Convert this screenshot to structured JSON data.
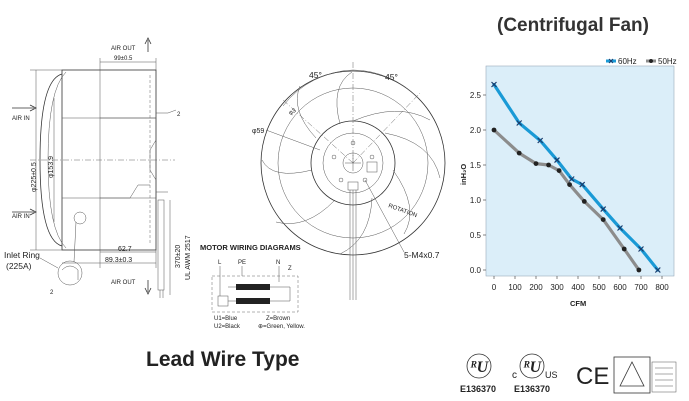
{
  "titles": {
    "centrifugal": "(Centrifugal Fan)",
    "lead_wire": "Lead Wire Type"
  },
  "side_view": {
    "air_out_top": "AIR OUT",
    "air_out_bottom": "AIR OUT",
    "air_in_top": "AIR IN",
    "air_in_bottom": "AIR IN",
    "dim_width": "99±0.5",
    "dim_outer_dia": "φ225±0.5",
    "dim_inner_dia": "φ153.9",
    "dim_62": "62.7",
    "dim_89": "89.3±0.3",
    "dim_2_top": "2",
    "dim_2_bottom": "2",
    "inlet_ring_line1": "Inlet Ring",
    "inlet_ring_line2": "(225A)",
    "lead_len": "370±20",
    "wire_spec": "UL AWM 2517"
  },
  "front_view": {
    "angle_left": "45°",
    "angle_right": "45°",
    "dia_59": "φ59",
    "dia_small": "φ3",
    "mount": "5-M4x0.7",
    "rotation": "ROTATION"
  },
  "wiring": {
    "title": "MOTOR WIRING DIAGRAMS",
    "L": "L",
    "PE": "PE",
    "N": "N",
    "Z": "Z",
    "legend_u1": "U1=Blue",
    "legend_u2": "U2=Black",
    "legend_z": "Z=Brown",
    "legend_ge": "⊕=Green, Yellow."
  },
  "certs": {
    "ul_file": "E136370",
    "cul_file": "E136370",
    "ce": "CE"
  },
  "chart_data": {
    "type": "line",
    "title": "",
    "xlabel": "CFM",
    "ylabel": "inH₂O",
    "xlim": [
      0,
      800
    ],
    "ylim": [
      0,
      2.8
    ],
    "x_ticks": [
      "0",
      "100",
      "200",
      "300",
      "400",
      "500",
      "600",
      "700",
      "800"
    ],
    "y_ticks": [
      "0.0",
      "0.5",
      "1.0",
      "1.5",
      "2.0",
      "2.5"
    ],
    "grid": false,
    "legend": "top-right",
    "series": [
      {
        "name": "60Hz",
        "color": "#1a9ad6",
        "x": [
          0,
          120,
          220,
          300,
          370,
          420,
          520,
          600,
          700,
          780
        ],
        "y": [
          2.65,
          2.1,
          1.85,
          1.57,
          1.3,
          1.22,
          0.87,
          0.6,
          0.3,
          0.0
        ]
      },
      {
        "name": "50Hz",
        "color": "#8c8c8c",
        "x": [
          0,
          120,
          200,
          260,
          310,
          360,
          430,
          520,
          620,
          690
        ],
        "y": [
          2.0,
          1.67,
          1.52,
          1.5,
          1.42,
          1.22,
          0.98,
          0.72,
          0.3,
          0.0
        ]
      }
    ],
    "plot_bg": "#dbeef9"
  }
}
